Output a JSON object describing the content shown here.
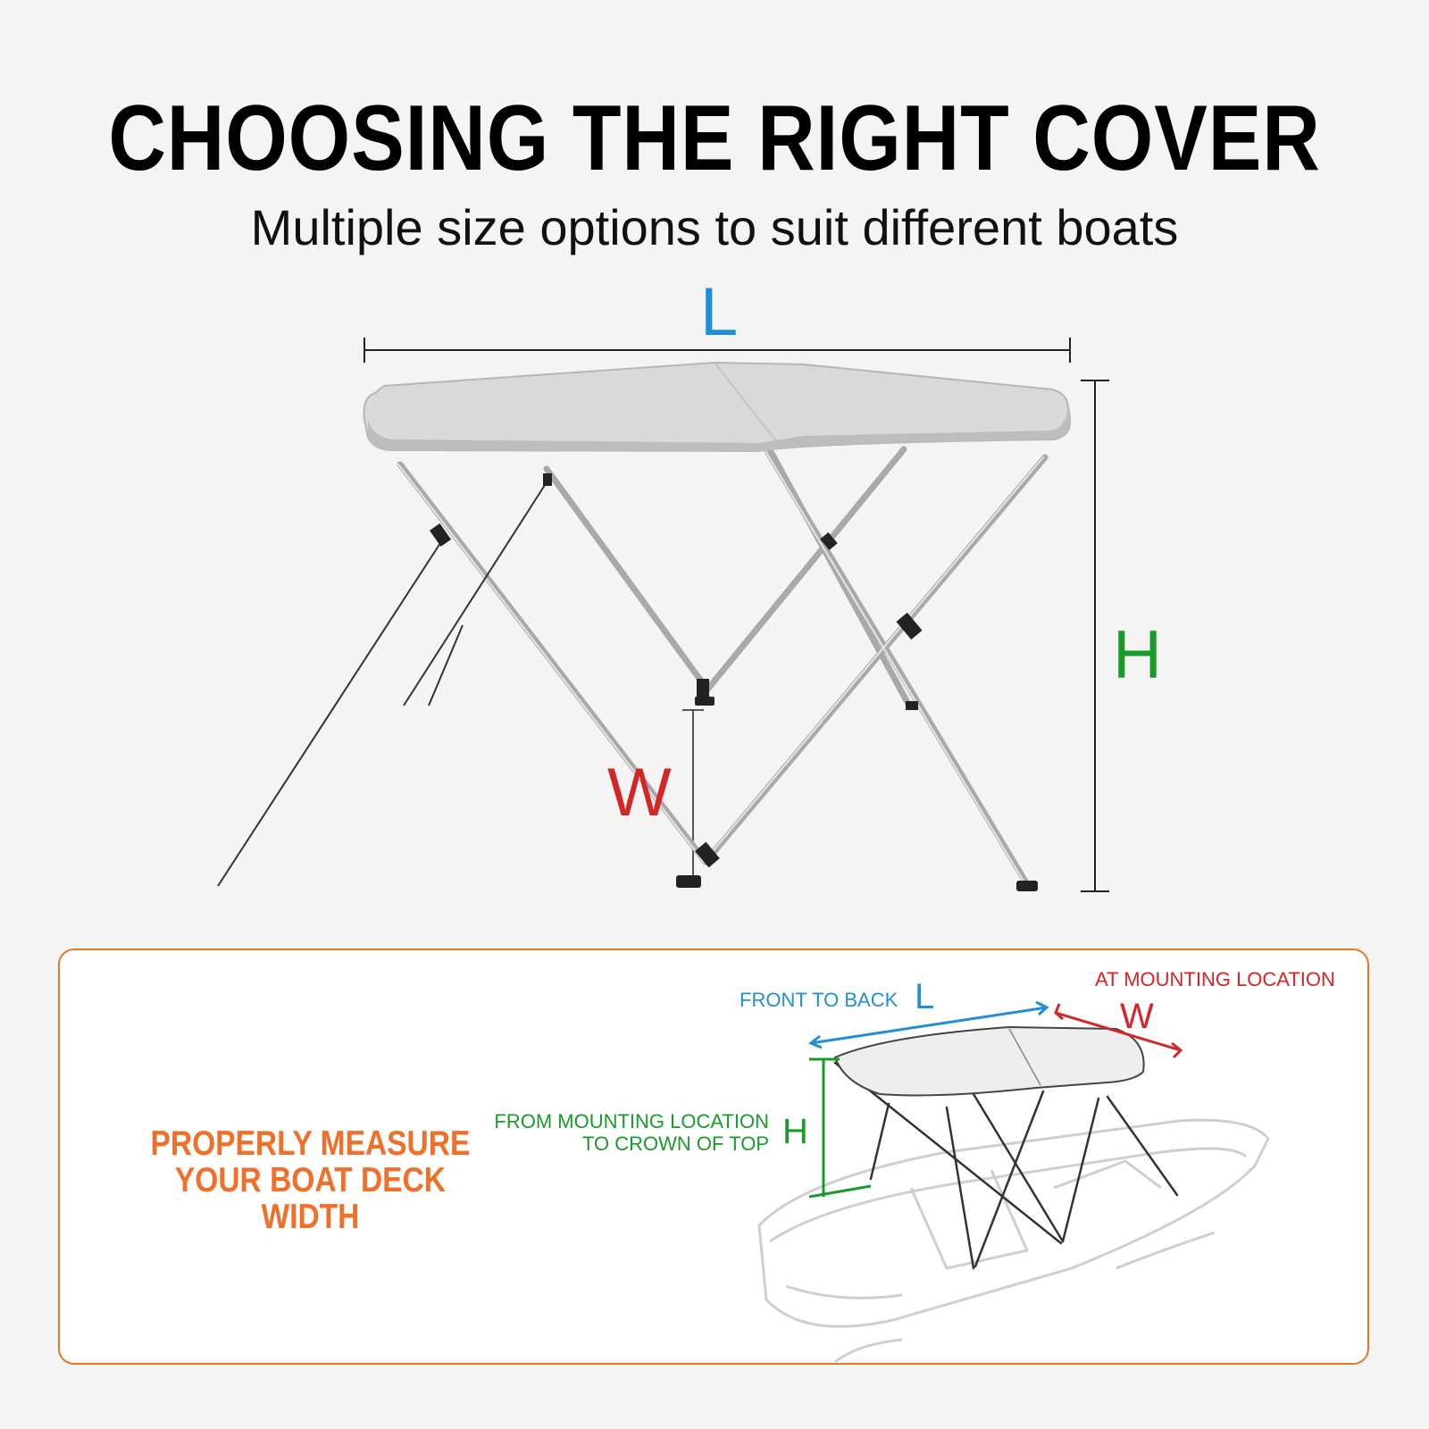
{
  "header": {
    "title": "CHOOSING THE RIGHT COVER",
    "subtitle": "Multiple size options to suit different boats"
  },
  "main_diagram": {
    "length_label": "L",
    "width_label": "W",
    "height_label": "H"
  },
  "measure_panel": {
    "heading_line1": "PROPERLY MEASURE",
    "heading_line2": "YOUR BOAT DECK WIDTH",
    "length_caption": "FRONT TO BACK",
    "length_letter": "L",
    "width_caption": "AT MOUNTING LOCATION",
    "width_letter": "W",
    "height_caption_line1": "FROM MOUNTING LOCATION",
    "height_caption_line2": "TO CROWN OF TOP",
    "height_letter": "H"
  },
  "colors": {
    "length": "#1f8fd6",
    "width": "#d42626",
    "height": "#1a9a2a",
    "accent": "#f0702a"
  }
}
